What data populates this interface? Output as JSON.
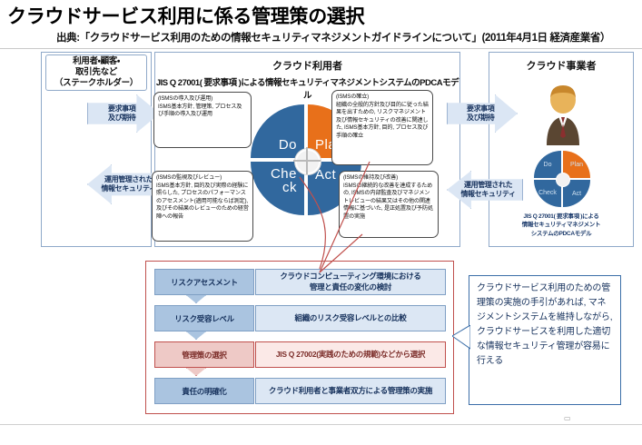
{
  "header": {
    "title": "クラウドサービス利用に係る管理策の選択",
    "source": "出典:「クラウドサービス利用のための情報セキュリティマネジメントガイドラインについて」(2011年4月1日  経済産業省）"
  },
  "colors": {
    "plan_orange": "#e8701a",
    "wheel_blue": "#31689e",
    "row_blue": "#aac4e0",
    "row_blue_light": "#dce7f4",
    "highlight_red": "#c0504d",
    "highlight_fill": "#eec9c6",
    "arrow_fill": "#dbe6f4",
    "panel_border": "#8fa9c9"
  },
  "left_panel": {
    "name": "stakeholder-panel",
    "heading_line1": "利用者・顧客・",
    "heading_line2": "取引先など",
    "heading_line3": "（ステークホルダー）"
  },
  "center_panel": {
    "title": "クラウド利用者",
    "subtitle": "JIS Q 27001( 要求事項 )による情報セキュリティマネジメントシステムのPDCAモデル"
  },
  "right_panel": {
    "title": "クラウド事業者",
    "caption_line1": "JIS Q 27001( 要求事項 )による",
    "caption_line2": "情報セキュリティマネジメント",
    "caption_line3": "システムのPDCAモデル",
    "person_icon": "businessman-icon"
  },
  "arrows": {
    "requirements_line1": "要求事項",
    "requirements_line2": "及び期待",
    "security_line1": "運用管理された",
    "security_line2": "情報セキュリティ"
  },
  "pdca": {
    "do": "Do",
    "plan": "Plan",
    "check_line1": "Che",
    "check_line2": "ck",
    "act": "Act",
    "check_full": "Check"
  },
  "callouts": {
    "do": {
      "title": "(ISMSの導入及び運用)",
      "body": "ISMS基本方針, 管理策, プロセス及び手順の導入及び運用"
    },
    "plan": {
      "title": "(ISMSの確立)",
      "body": "組織の全般的方針及び目的に従った結果を出すための, リスクマネジメント及び情報セキュリティの改善に関連した, ISMS基本方針, 目的, プロセス及び手順の確立"
    },
    "check": {
      "title": "(ISMSの監視及びレビュー)",
      "body": "ISMS基本方針, 目的及び実際の経験に照らした, プロセスのパフォーマンスのアセスメント(適用可能ならば測定), 及びその結果のレビューのための経営陣への報告"
    },
    "act": {
      "title": "(ISMSの維持及び改善)",
      "body": "ISMSの継続的な改善を達成するための, ISMSの内部監査及びマネジメントレビューの結果又はその他の関連情報に基づいた, 是正処置及び予防処置の実施"
    }
  },
  "process_table": {
    "rows": [
      {
        "label": "リスクアセスメント",
        "desc_line1": "クラウドコンピューティング環境における",
        "desc_line2": "管理と責任の変化の検討",
        "highlight": false
      },
      {
        "label": "リスク受容レベル",
        "desc_line1": "組織のリスク受容レベルとの比較",
        "desc_line2": "",
        "highlight": false
      },
      {
        "label": "管理策の選択",
        "desc_line1": "JIS Q 27002(実践のための規範)などから選択",
        "desc_line2": "",
        "highlight": true
      },
      {
        "label": "責任の明確化",
        "desc_line1": "クラウド利用者と事業者双方による管理策の実施",
        "desc_line2": "",
        "highlight": false
      }
    ]
  },
  "annotation": {
    "text": "クラウドサービス利用のための管理策の実施の手引があれば, マネジメントシステムを維持しながら, クラウドサービスを利用した適切な情報セキュリティ管理が容易に行える"
  },
  "footer": {
    "mark": "▭"
  }
}
